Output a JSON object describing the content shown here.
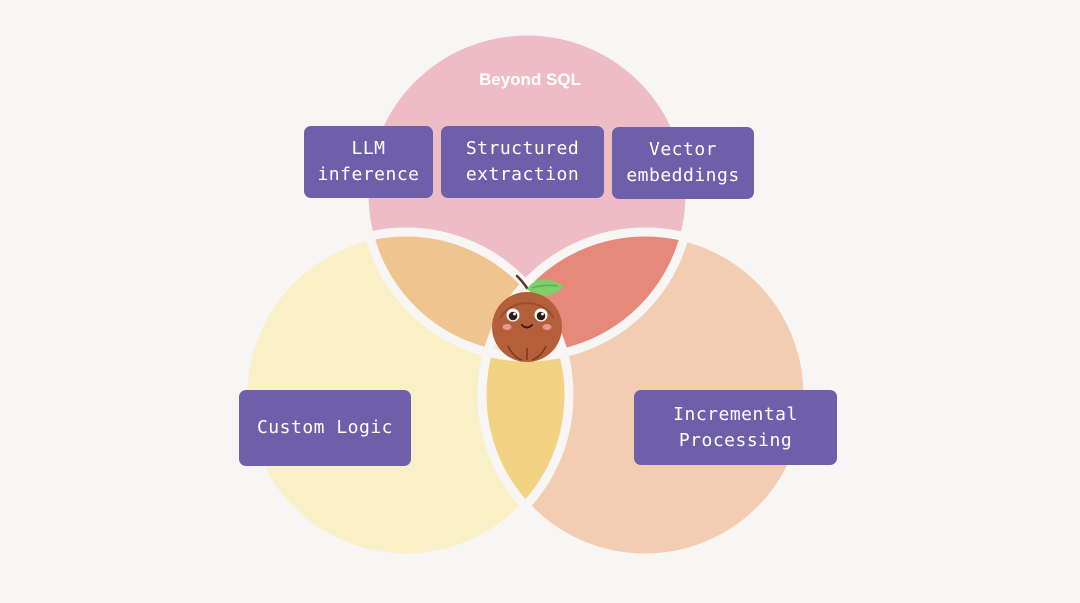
{
  "diagram": {
    "title": "Beyond SQL",
    "tags": {
      "llm_inference": "LLM\ninference",
      "structured_extraction": "Structured\nextraction",
      "vector_embeddings": "Vector\nembeddings",
      "custom_logic": "Custom Logic",
      "incremental_processing": "Incremental\nProcessing"
    },
    "mascot": "coconut-mascot-icon"
  },
  "colors": {
    "background": "#f8f6f5",
    "circle_top": "#eebcc5",
    "circle_left": "#f9f0c8",
    "circle_right": "#f2cdb1",
    "overlap_top_left": "#efc48f",
    "overlap_top_right": "#e6897a",
    "overlap_bottom": "#f2d283",
    "center": "#f7ead2",
    "tag_fill": "#6e5fab",
    "outline": "#f8f6f5"
  }
}
